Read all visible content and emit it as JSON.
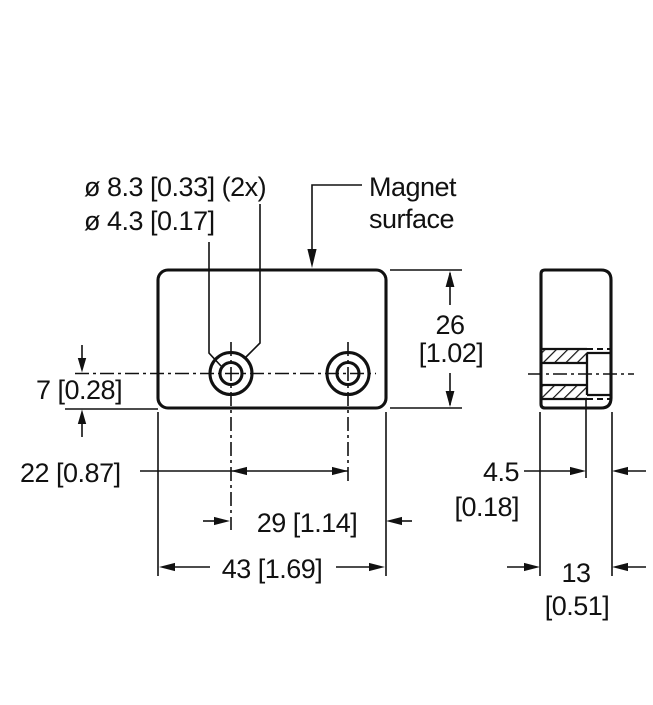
{
  "drawing": {
    "kind": "technical dimension drawing",
    "views": [
      "front view with two counterbored holes",
      "side section view"
    ],
    "colors": {
      "ink": "#111111",
      "background": "#ffffff"
    }
  },
  "labels": {
    "hole_outer_diameter": "ø 8.3 [0.33] (2x)",
    "hole_inner_diameter": "ø 4.3 [0.17]",
    "magnet_surface_line1": "Magnet",
    "magnet_surface_line2": "surface"
  },
  "dimensions": {
    "height_mm": "26",
    "height_in": "[1.02]",
    "hole_bottom_offset": "7 [0.28]",
    "hole_spacing": "22 [0.87]",
    "hole_to_edge": "29 [1.14]",
    "overall_width": "43 [1.69]",
    "cbore_depth_mm": "4.5",
    "cbore_depth_in": "[0.18]",
    "thickness_mm": "13",
    "thickness_in": "[0.51]"
  }
}
